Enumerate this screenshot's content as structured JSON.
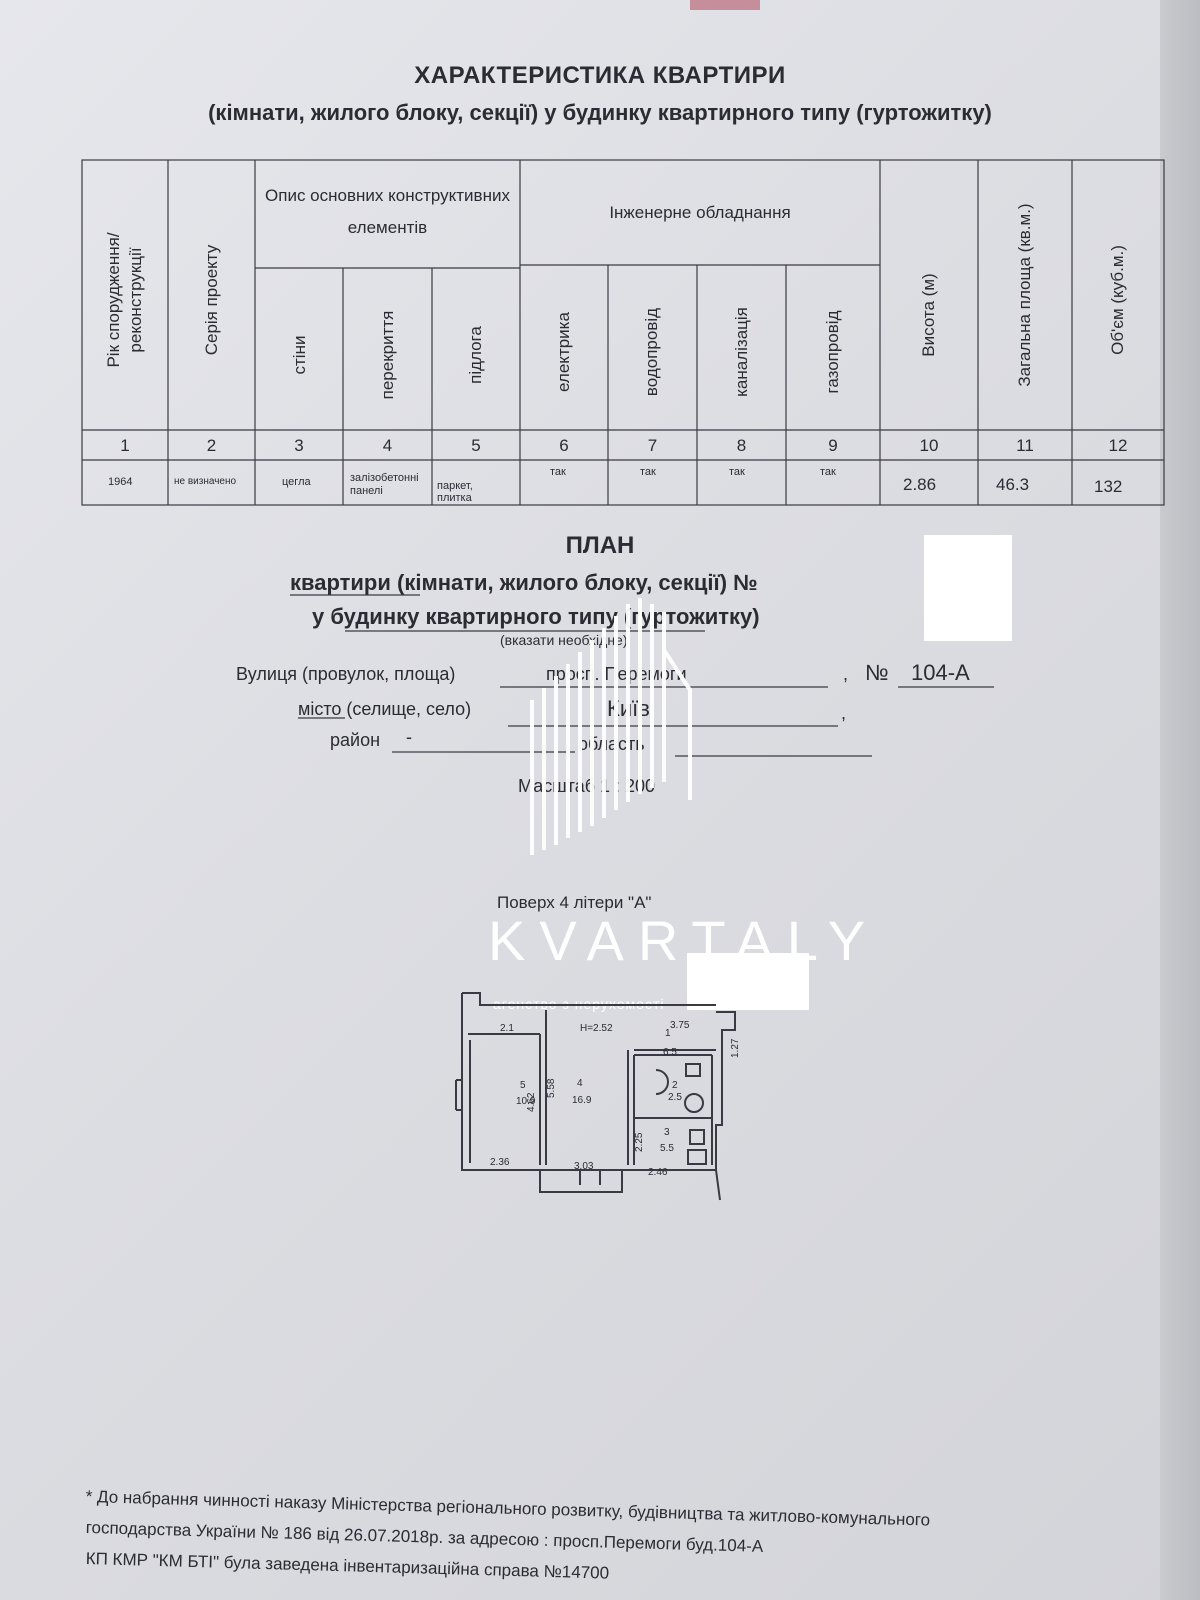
{
  "header": {
    "title": "ХАРАКТЕРИСТИКА КВАРТИРИ",
    "subtitle": "(кімнати, жилого блоку, секції) у будинку квартирного типу (гуртожитку)"
  },
  "table": {
    "col_year": "Рік спорудження/ реконструкції",
    "col_series": "Серія проекту",
    "group_construct": "Опис основних конструктивних елементів",
    "col_walls": "стіни",
    "col_floors_slab": "перекриття",
    "col_floor": "підлога",
    "group_engineering": "Інженерне обладнання",
    "col_electric": "електрика",
    "col_water": "водопровід",
    "col_sewer": "каналізація",
    "col_gas": "газопровід",
    "col_height": "Висота (м)",
    "col_area": "Загальна площа (кв.м.)",
    "col_volume": "Об'єм (куб.м.)",
    "numbers": [
      "1",
      "2",
      "3",
      "4",
      "5",
      "6",
      "7",
      "8",
      "9",
      "10",
      "11",
      "12"
    ],
    "row": {
      "year": "1964",
      "series": "не визначено",
      "walls": "цегла",
      "slab_line1": "залізобетонні",
      "slab_line2": "панелі",
      "floor_line1": "паркет,",
      "floor_line2": "плитка",
      "electric": "так",
      "water": "так",
      "sewer": "так",
      "gas": "так",
      "height": "2.86",
      "area": "46.3",
      "volume": "132"
    }
  },
  "plan": {
    "title": "ПЛАН",
    "line1": "квартири (кімнати, жилого блоку, секції) №",
    "line2": "у будинку квартирного типу (гуртожитку)",
    "note": "(вказати необхідне)",
    "street_label": "Вулиця (провулок, площа)",
    "street_value": "просп. Перемоги",
    "number_label": "№",
    "number_value": "104-А",
    "city_label": "місто (селище, село)",
    "city_value": "Київ",
    "district_label": "район",
    "district_value": "-",
    "region_label": "область",
    "scale": "Масштаб 1 : 200",
    "floor_caption": "Поверх 4 літери \"А\""
  },
  "watermark": {
    "brand": "KVARTALY",
    "tagline": "агенство з нерухомості"
  },
  "floorplan": {
    "labels": {
      "d21": "2.1",
      "h": "Н=2.52",
      "d375": "3.75",
      "d127": "1.27",
      "r1n": "1",
      "r1a": "6.5",
      "r5n": "5",
      "r5a": "10.9",
      "d558": "5.58",
      "d462": "4.62",
      "r4n": "4",
      "r4a": "16.9",
      "r2n": "2",
      "r2a": "2.5",
      "d225": "2.25",
      "r3n": "3",
      "r3a": "5.5",
      "d236": "2.36",
      "d303": "3.03",
      "d246": "2.46"
    }
  },
  "footer": {
    "line1": "* До набрання чинності наказу Міністерства регіонального розвитку, будівництва та житлово-комунального",
    "line2": "господарства України № 186 від 26.07.2018р. за адресою : просп.Перемоги буд.104-А",
    "line3": "КП КМР \"КМ БТІ\" була заведена інвентаризаційна справа №14700"
  }
}
